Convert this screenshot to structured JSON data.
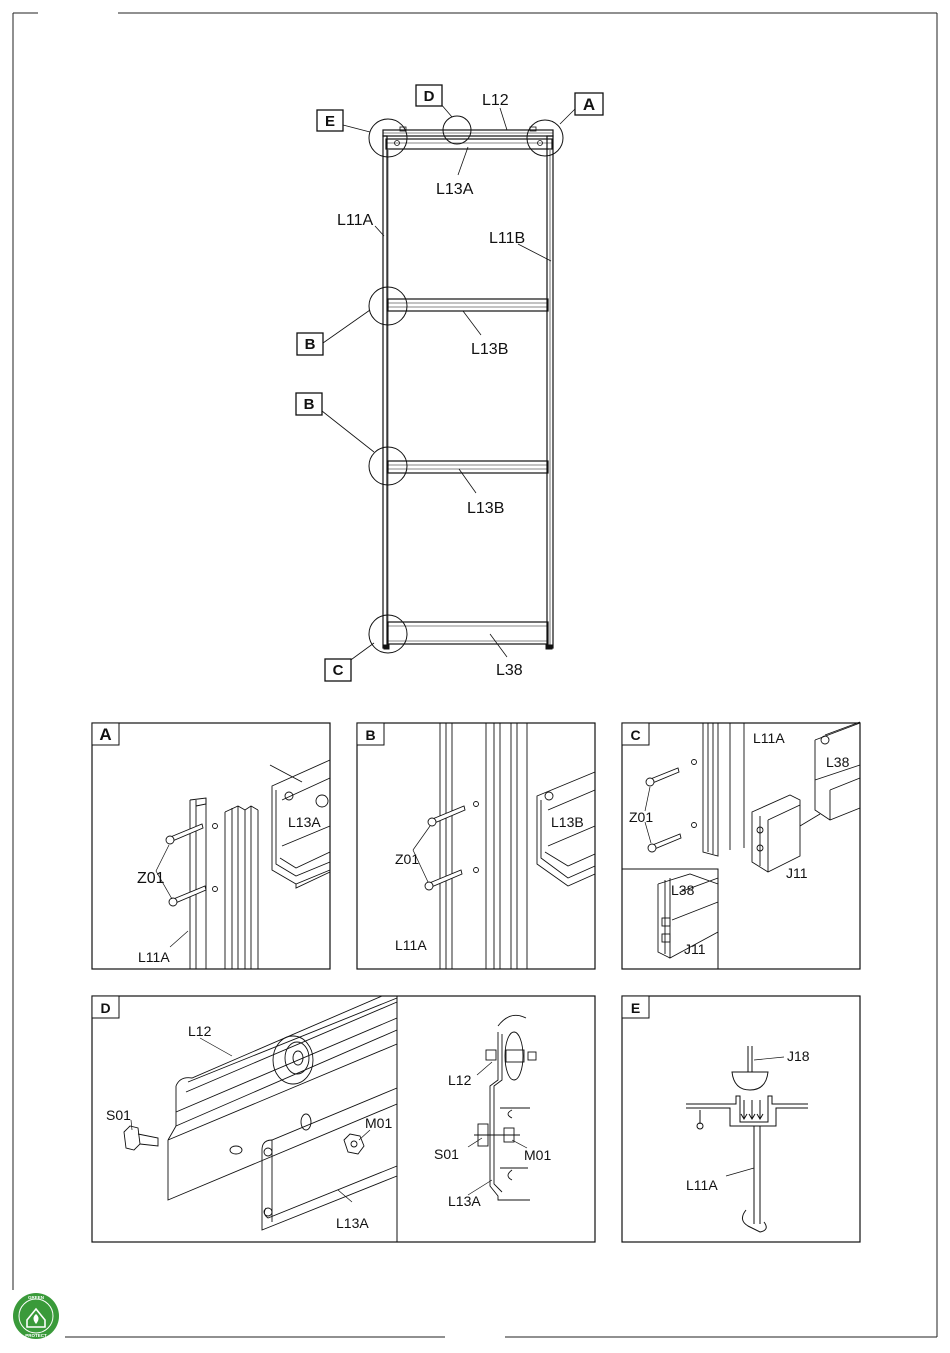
{
  "overview": {
    "callouts": {
      "a": "A",
      "b1": "B",
      "b2": "B",
      "c": "C",
      "d": "D",
      "e": "E"
    },
    "parts": {
      "l12": "L12",
      "l13a": "L13A",
      "l11a": "L11A",
      "l11b": "L11B",
      "l13b_1": "L13B",
      "l13b_2": "L13B",
      "l38": "L38"
    }
  },
  "panels": {
    "a": {
      "letter": "A",
      "z01": "Z01",
      "l13a": "L13A",
      "l11a": "L11A"
    },
    "b": {
      "letter": "B",
      "z01": "Z01",
      "l13b": "L13B",
      "l11a": "L11A"
    },
    "c": {
      "letter": "C",
      "l11a": "L11A",
      "l38": "L38",
      "z01": "Z01",
      "j11": "J11",
      "inset_l38": "L38",
      "inset_j11": "J11"
    },
    "d": {
      "letter": "D",
      "l12": "L12",
      "s01": "S01",
      "m01": "M01",
      "l13a": "L13A",
      "sec_l12": "L12",
      "sec_s01": "S01",
      "sec_m01": "M01",
      "sec_l13a": "L13A"
    },
    "e": {
      "letter": "E",
      "j18": "J18",
      "l11a": "L11A"
    }
  },
  "logo": {
    "top": "GREEN",
    "bottom": "PROTECT"
  }
}
